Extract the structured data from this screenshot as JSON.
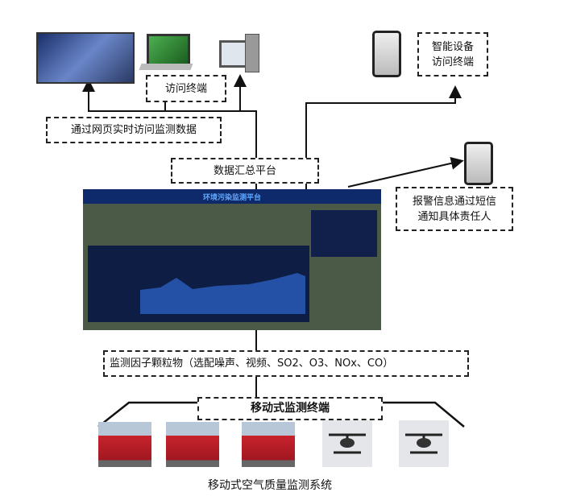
{
  "labels": {
    "access_terminal": "访问终端",
    "smart_device": "智能设备\n访问终端",
    "web_access": "通过网页实时访问监测数据",
    "platform": "数据汇总平台",
    "sms_alert": "报警信息通过短信\n通知具体责任人",
    "factors": "监测因子颗粒物（选配噪声、视频、SO2、O3、NOx、CO）",
    "mobile_terminal": "移动式监测终端",
    "caption": "移动式空气质量监测系统"
  },
  "dashboard": {
    "title": "环境污染监测平台"
  },
  "colors": {
    "dashboard_bg": "#0f2a6b",
    "bus": "#c8232c",
    "line": "#111111"
  }
}
